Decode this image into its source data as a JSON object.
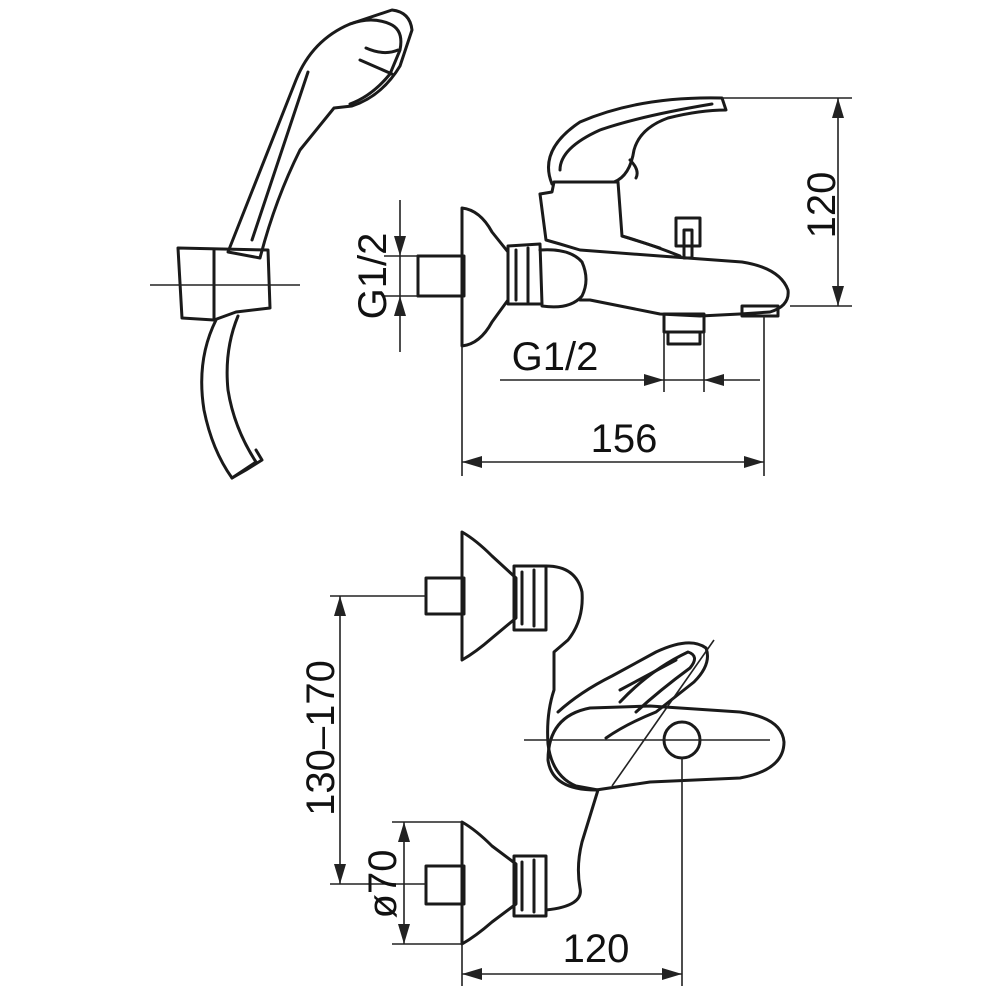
{
  "dimensions": {
    "overall_height": "120",
    "wall_connection_thread": "G1/2",
    "spout_connection_thread": "G1/2",
    "overall_length": "156",
    "inlet_spacing": "130–170",
    "rosette_diameter": "ø70",
    "projection_from_wall": "120"
  }
}
